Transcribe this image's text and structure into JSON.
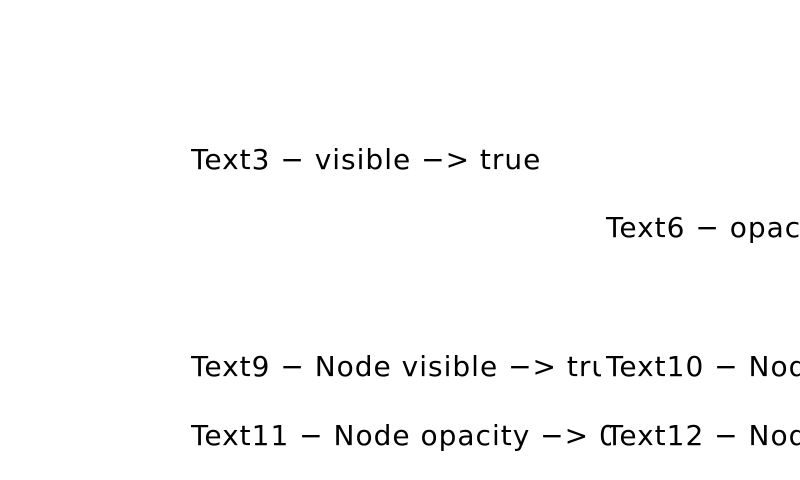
{
  "app": {
    "background_color": "#ffffff",
    "text_color": "#000000"
  },
  "texts": [
    {
      "id": "Text3",
      "value": "Text3 − visible −> true"
    },
    {
      "id": "Text6",
      "value": "Text6 − opac"
    },
    {
      "id": "Text9",
      "value": "Text9 − Node visible −> tru"
    },
    {
      "id": "Text10",
      "value": "Text10 − Nod"
    },
    {
      "id": "Text11",
      "value": "Text11 − Node opacity −> 0"
    },
    {
      "id": "Text12",
      "value": "Text12 − Nod"
    }
  ]
}
